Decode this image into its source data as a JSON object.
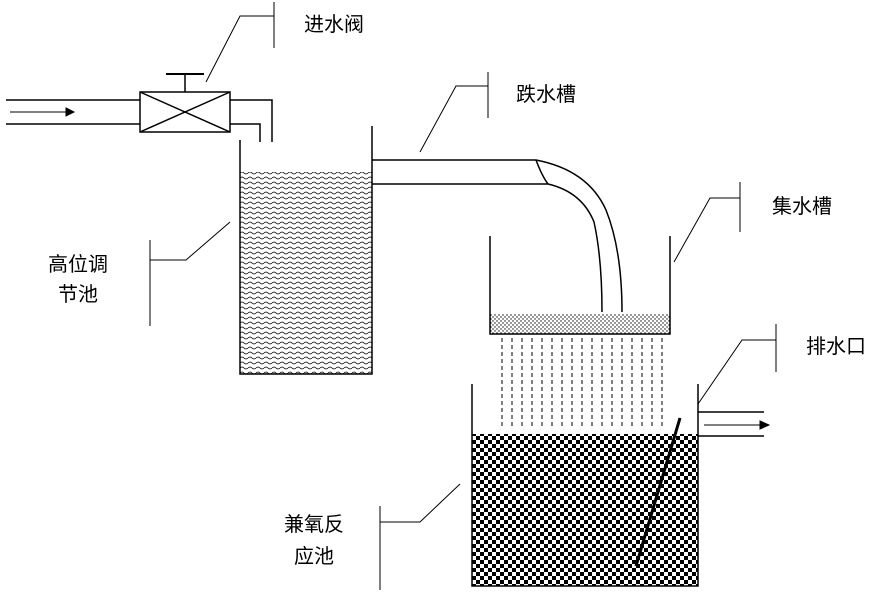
{
  "labels": {
    "inlet_valve": "进水阀",
    "drop_channel": "跌水槽",
    "collection_channel": "集水槽",
    "head_tank_line1": "高位调",
    "head_tank_line2": "节池",
    "outlet": "排水口",
    "reactor_line1": "兼氧反",
    "reactor_line2": "应池"
  },
  "colors": {
    "stroke": "#000000",
    "background": "#ffffff"
  }
}
